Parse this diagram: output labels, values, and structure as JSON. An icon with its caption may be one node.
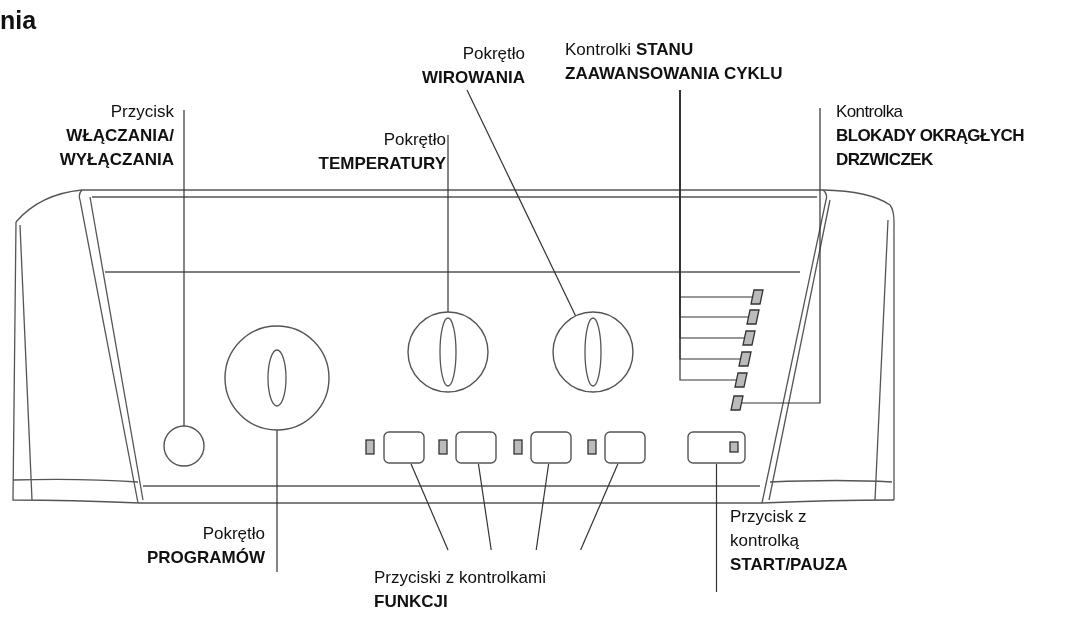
{
  "diagram": {
    "title": "nia",
    "nodes": [
      {
        "text": [
          "Pokrętło **WIROWANIA**"
        ]
      },
      {
        "text": [
          "Kontrolki **STANU ZAAWANSOWANIA CYKLU**"
        ]
      },
      {
        "text": [
          "Przycisk **WŁĄCZANIA/ WYŁĄCZANIA**"
        ]
      },
      {
        "text": [
          "Pokrętło **TEMPERATURY**"
        ]
      },
      {
        "text": [
          "Kontrolka **BLOKADY OKRĄGŁYCH DRZWICZEK**"
        ]
      },
      {
        "text": [
          "Pokrętło **PROGRAMÓW**"
        ]
      },
      {
        "text": [
          "Przyciski z kontrolkami **FUNKCJI**"
        ]
      },
      {
        "text": [
          "Przycisk z kontrolką **START/PAUZA**"
        ]
      },
      {
        "text": [],
        "shape": "circle"
      },
      {
        "text": [],
        "shape": "circle"
      },
      {
        "text": [],
        "shape": "circle"
      },
      {
        "text": [],
        "shape": "circle"
      },
      {
        "text": [],
        "shape": "box"
      },
      {
        "text": [],
        "shape": "box"
      },
      {
        "text": [],
        "shape": "box"
      },
      {
        "text": [],
        "shape": "box"
      },
      {
        "text": [],
        "shape": "box"
      },
      {
        "text": [],
        "shape": "box"
      },
      {
        "text": [],
        "shape": "box"
      },
      {
        "text": [],
        "shape": "box"
      },
      {
        "text": [],
        "shape": "box"
      },
      {
        "text": [],
        "shape": "box"
      },
      {
        "text": [],
        "shape": "box"
      }
    ],
    "edges": [
      {
        "from": 0,
        "to": 11,
        "arrow": "none"
      },
      {
        "from": 1,
        "to": 12,
        "arrow": "none"
      },
      {
        "from": 1,
        "to": 13,
        "arrow": "none"
      },
      {
        "from": 1,
        "to": 14,
        "arrow": "none"
      },
      {
        "from": 1,
        "to": 15,
        "arrow": "none"
      },
      {
        "from": 1,
        "to": 16,
        "arrow": "none"
      },
      {
        "from": 2,
        "to": 8,
        "arrow": "none"
      },
      {
        "from": 3,
        "to": 10,
        "arrow": "none"
      },
      {
        "from": 4,
        "to": 17,
        "arrow": "none"
      },
      {
        "from": 5,
        "to": 9,
        "arrow": "none"
      },
      {
        "from": 6,
        "to": 18,
        "arrow": "none"
      },
      {
        "from": 6,
        "to": 19,
        "arrow": "none"
      },
      {
        "from": 6,
        "to": 20,
        "arrow": "none"
      },
      {
        "from": 6,
        "to": 21,
        "arrow": "none"
      },
      {
        "from": 7,
        "to": 22,
        "arrow": "none"
      }
    ]
  }
}
